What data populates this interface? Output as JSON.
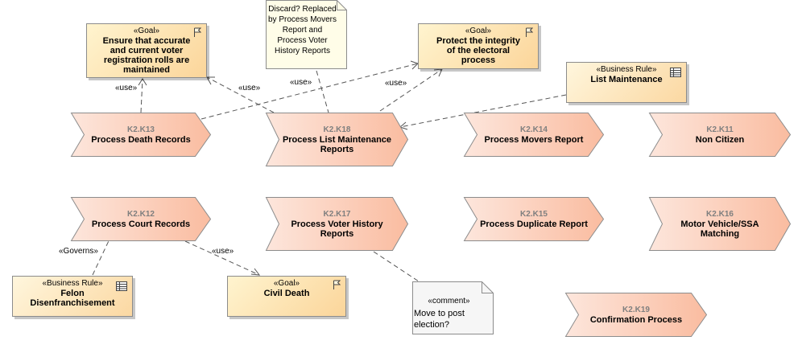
{
  "processes": [
    {
      "id": "K2.K13",
      "name": "Process Death Records"
    },
    {
      "id": "K2.K18",
      "name": "Process List Maintenance Reports"
    },
    {
      "id": "K2.K14",
      "name": "Process Movers Report"
    },
    {
      "id": "K2.K11",
      "name": "Non Citizen"
    },
    {
      "id": "K2.K12",
      "name": "Process Court Records"
    },
    {
      "id": "K2.K17",
      "name": "Process Voter History Reports"
    },
    {
      "id": "K2.K15",
      "name": "Process Duplicate Report"
    },
    {
      "id": "K2.K16",
      "name": "Motor Vehicle/SSA Matching"
    },
    {
      "id": "K2.K19",
      "name": "Confirmation Process"
    }
  ],
  "goals": [
    {
      "stereotype": "«Goal»",
      "name": "Ensure that accurate and current voter registration rolls are maintained"
    },
    {
      "stereotype": "«Goal»",
      "name": "Protect the integrity of the electoral process"
    },
    {
      "stereotype": "«Goal»",
      "name": "Civil Death"
    }
  ],
  "rules": [
    {
      "stereotype": "«Business Rule»",
      "name": "List Maintenance"
    },
    {
      "stereotype": "«Business Rule»",
      "name": "Felon Disenfranchisement"
    }
  ],
  "notes": [
    {
      "text": "Discard? Replaced by Process Movers Report and Process Voter History Reports"
    },
    {
      "stereotype": "«comment»",
      "text": "Move to post election?"
    }
  ],
  "connector_labels": {
    "use_k13": "«use»",
    "use_k18_goal": "«use»",
    "use_k13_protect": "«use»",
    "use_k18_protect": "«use»",
    "governs": "«Governs»",
    "use_civil": "«use»"
  },
  "colors": {
    "process_fill_start": "#fde6dc",
    "process_fill_end": "#fabca0",
    "goal_fill_start": "#fff4cf",
    "goal_fill_end": "#fbd59a",
    "stroke": "#8c8c8c"
  }
}
